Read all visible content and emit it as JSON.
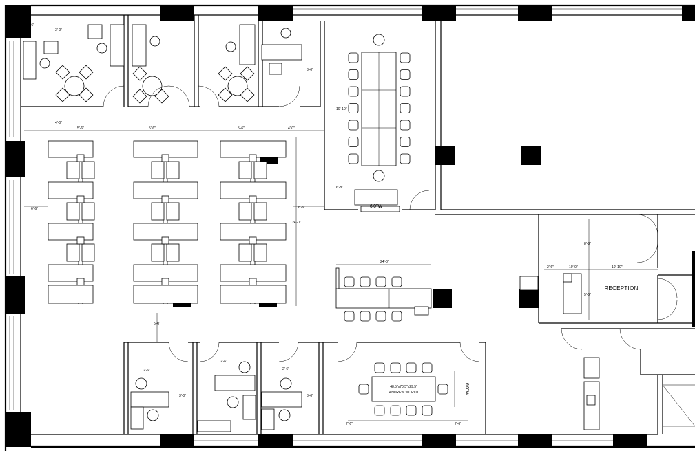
{
  "rooms": {
    "reception": "RECEPTION"
  },
  "tables": {
    "conference_width": "6'0\"W",
    "bottom_table_size": "48.5\"x70.5\"x29.5\"",
    "bottom_table_maker": "ANDREW WORLD",
    "bottom_table_width": "6'0\"W"
  },
  "dimensions": {
    "dim_a": "2'-6\"",
    "dim_b": "3'-0\"",
    "dim_c": "5'-6\"",
    "dim_d": "4'-0\"",
    "dim_e": "6'-8\"",
    "dim_f": "10'-10\"",
    "dim_g": "8'-8\"",
    "dim_h": "24'-0\"",
    "dim_i": "10'-0\"",
    "dim_j": "5'-0\"",
    "dim_k": "6'-6\"",
    "dim_l": "7'-6\""
  },
  "colors": {
    "line": "#000000",
    "background": "#ffffff"
  }
}
